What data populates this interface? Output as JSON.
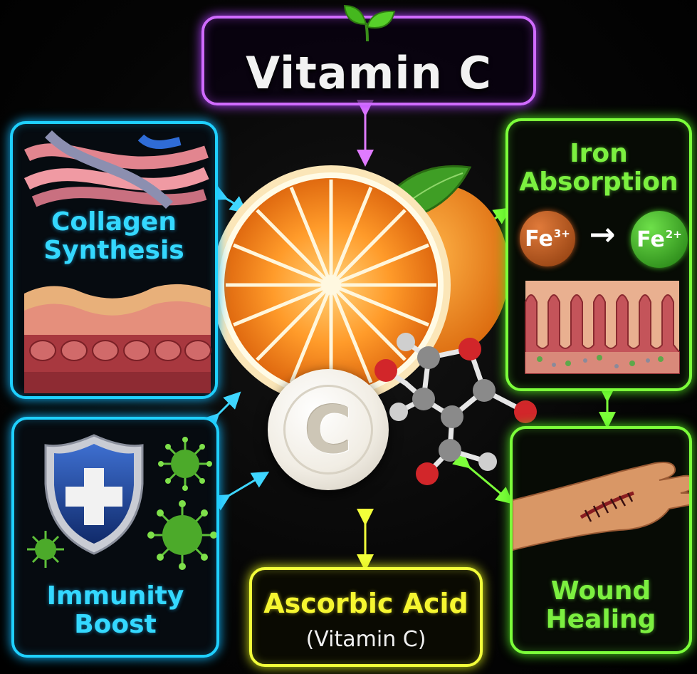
{
  "title": "Vitamin C",
  "center": {
    "tablet_letter": "C"
  },
  "panels": {
    "collagen": {
      "lines": [
        "Collagen",
        "Synthesis"
      ]
    },
    "iron": {
      "lines": [
        "Iron",
        "Absorption"
      ],
      "from_ion": {
        "symbol": "Fe",
        "charge": "3+"
      },
      "arrow": "→",
      "to_ion": {
        "symbol": "Fe",
        "charge": "2+"
      }
    },
    "immunity": {
      "lines": [
        "Immunity",
        "Boost"
      ]
    },
    "wound": {
      "lines": [
        "Wound",
        "Healing"
      ]
    },
    "ascorbic": {
      "title": "Ascorbic Acid",
      "subtitle": "(Vitamin C)"
    }
  },
  "icons": {
    "title": "leaf-sprout-icon",
    "immunity": "shield-plus-icon",
    "virus": "virus-icon",
    "molecule": "molecule-icon"
  },
  "colors": {
    "title_border": "#d06bff",
    "collagen_immunity_accent": "#1fd0ff",
    "iron_wound_accent": "#7cff3a",
    "ascorbic_accent": "#f2ff3a",
    "orange": "#f58a1f"
  }
}
